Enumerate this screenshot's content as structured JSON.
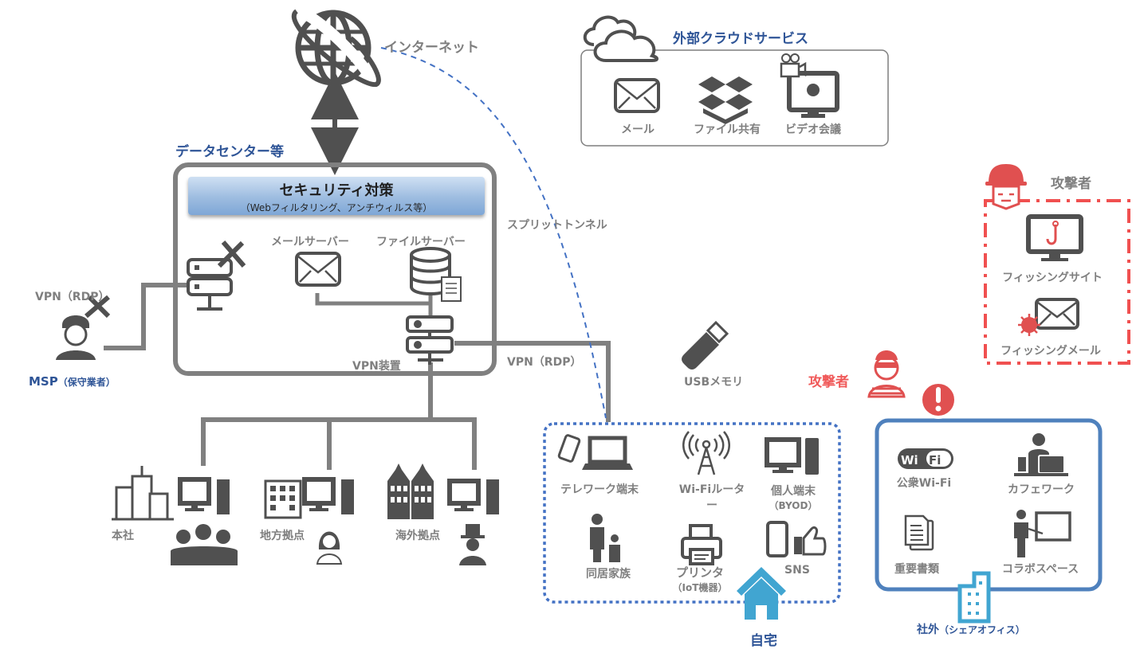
{
  "internet": {
    "label": "インターネット"
  },
  "datacenter": {
    "title": "データセンター等",
    "security": {
      "title": "セキュリティ対策",
      "subtitle": "（Webフィルタリング、アンチウィルス等）"
    },
    "mail_server": "メールサーバー",
    "file_server": "ファイルサーバー",
    "vpn_device": "VPN装置"
  },
  "cloud": {
    "title": "外部クラウドサービス",
    "items": [
      {
        "label": "メール",
        "icon": "mail-icon"
      },
      {
        "label": "ファイル共有",
        "icon": "dropbox-icon"
      },
      {
        "label": "ビデオ会議",
        "icon": "video-conference-icon"
      }
    ]
  },
  "msp": {
    "vpn_label": "VPN（RDP）",
    "name": "MSP",
    "sub": "（保守業者）"
  },
  "split_tunnel": "スプリットトンネル",
  "home_vpn": "VPN（RDP）",
  "usb": "USBメモリ",
  "offices": [
    {
      "label": "本社",
      "icon": "headquarters-building-icon"
    },
    {
      "label": "地方拠点",
      "icon": "regional-office-icon"
    },
    {
      "label": "海外拠点",
      "icon": "overseas-office-icon"
    }
  ],
  "home": {
    "title": "自宅",
    "items": [
      {
        "label": "テレワーク端末",
        "icon": "laptop-smartphone-icon"
      },
      {
        "label": "Wi-Fiルータ",
        "label2": "ー",
        "icon": "wifi-router-icon"
      },
      {
        "label": "個人端末",
        "label2": "（BYOD）",
        "icon": "desktop-pc-icon"
      },
      {
        "label": "同居家族",
        "icon": "family-icon"
      },
      {
        "label": "プリンタ",
        "label2": "（IoT機器）",
        "icon": "printer-icon"
      },
      {
        "label": "SNS",
        "icon": "sns-like-icon"
      }
    ]
  },
  "attacker_top": {
    "label": "攻撃者",
    "items": [
      {
        "label": "フィッシングサイト",
        "icon": "phishing-site-icon"
      },
      {
        "label": "フィッシングメール",
        "icon": "phishing-mail-icon"
      }
    ]
  },
  "attacker_mid": {
    "label": "攻撃者"
  },
  "shared_office": {
    "title": "社外",
    "sub": "（シェアオフィス）",
    "items": [
      {
        "label": "公衆Wi-Fi",
        "icon": "public-wifi-icon"
      },
      {
        "label": "カフェワーク",
        "icon": "cafe-work-icon"
      },
      {
        "label": "重要書類",
        "icon": "documents-icon"
      },
      {
        "label": "コラボスペース",
        "icon": "collab-space-icon"
      }
    ]
  },
  "colors": {
    "icon_gray": "#505050",
    "line_gray": "#808080",
    "text_gray": "#7f7f7f",
    "title_blue": "#2f5597",
    "dashed_blue": "#4472c4",
    "attacker_red": "#f05a5a",
    "home_blue": "#41a5d1",
    "shared_box_blue": "#4f81bd"
  }
}
